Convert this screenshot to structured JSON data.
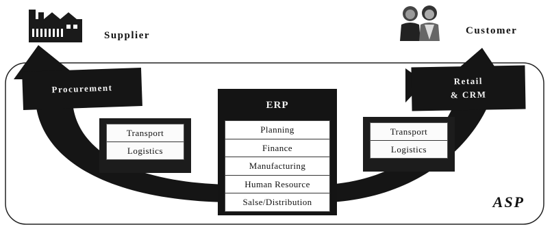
{
  "supplier": {
    "label": "Supplier",
    "icon": "factory-icon"
  },
  "customer": {
    "label": "Customer",
    "icon": "people-icon"
  },
  "procurement": {
    "label": "Procurement"
  },
  "retail": {
    "line1": "Retail",
    "line2": "& CRM"
  },
  "left_panel": {
    "items": [
      "Transport",
      "Logistics"
    ]
  },
  "right_panel": {
    "items": [
      "Transport",
      "Logistics"
    ]
  },
  "erp": {
    "title": "ERP",
    "items": [
      "Planning",
      "Finance",
      "Manufacturing",
      "Human Resource",
      "Salse/Distribution"
    ]
  },
  "asp": {
    "label": "ASP"
  },
  "colors": {
    "dark": "#151515",
    "background": "#ffffff"
  }
}
